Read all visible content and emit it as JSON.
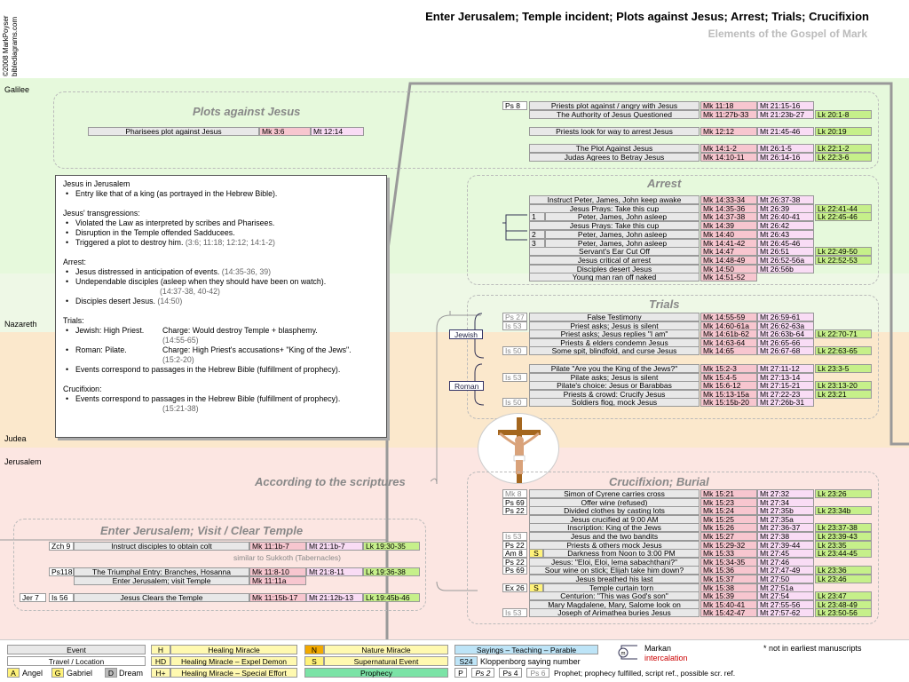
{
  "header": {
    "title": "Enter Jerusalem; Temple incident; Plots against Jesus; Arrest; Trials; Crucifixion",
    "subtitle": "Elements of the Gospel of Mark",
    "copyright": "©2008 MarkPoyser",
    "site": "biblediagrams.com"
  },
  "regions": {
    "galilee": "Galilee",
    "nazareth": "Nazareth",
    "judea": "Judea",
    "jerusalem": "Jerusalem"
  },
  "sections": {
    "plots": "Plots against Jesus",
    "arrest": "Arrest",
    "trials": "Trials",
    "crucifixion": "Crucifixion; Burial",
    "enter": "Enter Jerusalem; Visit / Clear Temple",
    "scriptures": "According to the scriptures"
  },
  "notes": {
    "h1": "Jesus in Jerusalem",
    "n1": "Entry like that of a king (as portrayed in the Hebrew Bible).",
    "h2": "Jesus' transgressions:",
    "n2a": "Violated the Law as interpreted by scribes and Pharisees.",
    "n2b": "Disruption in the Temple offended Sadducees.",
    "n2c": "Triggered a plot to destroy him.",
    "n2c_ref": "(3:6; 11:18; 12:12; 14:1-2)",
    "h3": "Arrest:",
    "n3a": "Jesus distressed in anticipation of events.",
    "n3a_ref": "(14:35-36, 39)",
    "n3b": "Undependable disciples (asleep when they should have been on watch).",
    "n3b_ref": "(14:37-38, 40-42)",
    "n3c": "Disciples desert Jesus.",
    "n3c_ref": "(14:50)",
    "h4": "Trials:",
    "n4a": "Jewish: High Priest.",
    "n4a_charge": "Charge: Would destroy Temple + blasphemy.",
    "n4a_ref": "(14:55-65)",
    "n4b": "Roman: Pilate.",
    "n4b_charge": "Charge: High Priest's accusations+ \"King of the Jews\".",
    "n4b_ref": "(15:2-20)",
    "n4c": "Events correspond to passages in the Hebrew Bible (fulfillment of prophecy).",
    "h5": "Crucifixion:",
    "n5": "Events correspond to passages in the Hebrew Bible (fulfillment of prophecy).",
    "n5_ref": "(15:21-38)"
  },
  "plots_rows": [
    {
      "ps": "Ps 8",
      "ev": "Priests plot against / angry with Jesus",
      "mk": "Mk 11:18",
      "mt": "Mt 21:15-16",
      "lk": ""
    },
    {
      "ps": "",
      "ev": "The Authority of Jesus Questioned",
      "mk": "Mk 11:27b-33",
      "mt": "Mt 21:23b-27",
      "lk": "Lk 20:1-8"
    },
    {
      "ps": "",
      "ev": "Priests look for way to arrest Jesus",
      "mk": "Mk 12:12",
      "mt": "Mt 21:45-46",
      "lk": "Lk 20:19"
    },
    {
      "ps": "",
      "ev": "The Plot Against Jesus",
      "mk": "Mk 14:1-2",
      "mt": "Mt 26:1-5",
      "lk": "Lk 22:1-2"
    },
    {
      "ps": "",
      "ev": "Judas Agrees to Betray Jesus",
      "mk": "Mk 14:10-11",
      "mt": "Mt 26:14-16",
      "lk": "Lk 22:3-6"
    }
  ],
  "pharisees": {
    "ev": "Pharisees plot against Jesus",
    "mk": "Mk 3:6",
    "mt": "Mt 12:14"
  },
  "arrest_rows": [
    {
      "n": "",
      "ev": "Instruct Peter, James, John keep awake",
      "mk": "Mk 14:33-34",
      "mt": "Mt 26:37-38",
      "lk": ""
    },
    {
      "n": "",
      "ev": "Jesus Prays: Take this cup",
      "mk": "Mk 14:35-36",
      "mt": "Mt 26:39",
      "lk": "Lk 22:41-44"
    },
    {
      "n": "1",
      "ev": "Peter, James, John asleep",
      "mk": "Mk 14:37-38",
      "mt": "Mt 26:40-41",
      "lk": "Lk 22:45-46"
    },
    {
      "n": "",
      "ev": "Jesus Prays: Take this cup",
      "mk": "Mk 14:39",
      "mt": "Mt 26:42",
      "lk": ""
    },
    {
      "n": "2",
      "ev": "Peter, James, John asleep",
      "mk": "Mk 14:40",
      "mt": "Mt 26:43",
      "lk": ""
    },
    {
      "n": "3",
      "ev": "Peter, James, John asleep",
      "mk": "Mk 14:41-42",
      "mt": "Mt 26:45-46",
      "lk": ""
    },
    {
      "n": "",
      "ev": "Servant's Ear Cut Off",
      "mk": "Mk 14:47",
      "mt": "Mt 26:51",
      "lk": "Lk 22:49-50"
    },
    {
      "n": "",
      "ev": "Jesus critical of arrest",
      "mk": "Mk 14:48-49",
      "mt": "Mt 26:52-56a",
      "lk": "Lk 22:52-53"
    },
    {
      "n": "",
      "ev": "Disciples desert Jesus",
      "mk": "Mk 14:50",
      "mt": "Mt 26:56b",
      "lk": ""
    },
    {
      "n": "",
      "ev": "Young man ran off naked",
      "mk": "Mk 14:51-52",
      "mt": "",
      "lk": ""
    }
  ],
  "trials_jewish_label": "Jewish",
  "trials_roman_label": "Roman",
  "trials_rows": [
    {
      "ps": "Ps 27",
      "ev": "False Testimony",
      "mk": "Mk 14:55-59",
      "mt": "Mt 26:59-61",
      "lk": "",
      "g": 1
    },
    {
      "ps": "Is 53",
      "ev": "Priest asks; Jesus is silent",
      "mk": "Mk 14:60-61a",
      "mt": "Mt 26:62-63a",
      "lk": "",
      "g": 1
    },
    {
      "ps": "",
      "ev": "Priest asks; Jesus replies \"I am\"",
      "mk": "Mk 14:61b-62",
      "mt": "Mt 26:63b-64",
      "lk": "Lk 22:70-71",
      "g": 0
    },
    {
      "ps": "",
      "ev": "Priests & elders condemn Jesus",
      "mk": "Mk 14:63-64",
      "mt": "Mt 26:65-66",
      "lk": "",
      "g": 0
    },
    {
      "ps": "Is 50",
      "ev": "Some spit, blindfold, and curse Jesus",
      "mk": "Mk 14:65",
      "mt": "Mt 26:67-68",
      "lk": "Lk 22:63-65",
      "g": 1
    },
    {
      "ps": "",
      "ev": "Pilate \"Are you the King of the Jews?\"",
      "mk": "Mk 15:2-3",
      "mt": "Mt 27:11-12",
      "lk": "Lk 23:3-5",
      "g": 0
    },
    {
      "ps": "Is 53",
      "ev": "Pilate asks; Jesus is silent",
      "mk": "Mk 15:4-5",
      "mt": "Mt 27:13-14",
      "lk": "",
      "g": 1
    },
    {
      "ps": "",
      "ev": "Pilate's choice: Jesus or Barabbas",
      "mk": "Mk 15:6-12",
      "mt": "Mt 27:15-21",
      "lk": "Lk 23:13-20",
      "g": 0
    },
    {
      "ps": "",
      "ev": "Priests & crowd: Crucify Jesus",
      "mk": "Mk 15:13-15a",
      "mt": "Mt 27:22-23",
      "lk": "Lk 23:21",
      "g": 0
    },
    {
      "ps": "Is 50",
      "ev": "Soldiers flog, mock Jesus",
      "mk": "Mk 15:15b-20",
      "mt": "Mt 27:26b-31",
      "lk": "",
      "g": 1
    }
  ],
  "cruc_rows": [
    {
      "ps": "Mk 8",
      "s": "",
      "ev": "Simon of Cyrene carries cross",
      "mk": "Mk 15:21",
      "mt": "Mt 27:32",
      "lk": "Lk 23:26",
      "g": 1
    },
    {
      "ps": "Ps 69",
      "s": "",
      "ev": "Offer wine (refused)",
      "mk": "Mk 15:23",
      "mt": "Mt 27:34",
      "lk": "",
      "g": 0
    },
    {
      "ps": "Ps 22",
      "s": "",
      "ev": "Divided clothes by casting lots",
      "mk": "Mk 15:24",
      "mt": "Mt 27:35b",
      "lk": "Lk 23:34b",
      "g": 0
    },
    {
      "ps": "",
      "s": "",
      "ev": "Jesus crucified at 9:00 AM",
      "mk": "Mk 15:25",
      "mt": "Mt 27:35a",
      "lk": "",
      "g": 0
    },
    {
      "ps": "",
      "s": "",
      "ev": "Inscription: King of the Jews",
      "mk": "Mk 15:26",
      "mt": "Mt 27:36-37",
      "lk": "Lk 23:37-38",
      "g": 0
    },
    {
      "ps": "Is 53",
      "s": "",
      "ev": "Jesus and the two bandits",
      "mk": "Mk 15:27",
      "mt": "Mt 27:38",
      "lk": "Lk 23:39-43",
      "g": 1
    },
    {
      "ps": "Ps 22",
      "s": "",
      "ev": "Priests & others mock Jesus",
      "mk": "Mk 15:29-32",
      "mt": "Mt 27:39-44",
      "lk": "Lk 23:35",
      "g": 0
    },
    {
      "ps": "Am 8",
      "s": "S",
      "ev": "Darkness from Noon to 3:00 PM",
      "mk": "Mk 15:33",
      "mt": "Mt 27:45",
      "lk": "Lk 23:44-45",
      "g": 0
    },
    {
      "ps": "Ps 22",
      "s": "",
      "ev": "Jesus: \"Eloi, Eloi, lema sabachthani?\"",
      "mk": "Mk 15:34-35",
      "mt": "Mt 27:46",
      "lk": "",
      "g": 0
    },
    {
      "ps": "Ps 69",
      "s": "",
      "ev": "Sour wine on stick; Elijah take him down?",
      "mk": "Mk 15:36",
      "mt": "Mt 27:47-49",
      "lk": "Lk 23:36",
      "g": 0
    },
    {
      "ps": "",
      "s": "",
      "ev": "Jesus breathed his last",
      "mk": "Mk 15:37",
      "mt": "Mt 27:50",
      "lk": "Lk 23:46",
      "g": 0
    },
    {
      "ps": "Ex 26",
      "s": "S",
      "ev": "Temple curtain torn",
      "mk": "Mk 15:38",
      "mt": "Mt 27:51a",
      "lk": "",
      "g": 0
    },
    {
      "ps": "",
      "s": "",
      "ev": "Centurion: \"This was God's son\"",
      "mk": "Mk 15:39",
      "mt": "Mt 27:54",
      "lk": "Lk 23:47",
      "g": 0
    },
    {
      "ps": "",
      "s": "",
      "ev": "Mary Magdalene, Mary, Salome look on",
      "mk": "Mk 15:40-41",
      "mt": "Mt 27:55-56",
      "lk": "Lk 23:48-49",
      "g": 0
    },
    {
      "ps": "Is 53",
      "s": "",
      "ev": "Joseph of Arimathea buries Jesus",
      "mk": "Mk 15:42-47",
      "mt": "Mt 27:57-62",
      "lk": "Lk 23:50-56",
      "g": 1
    }
  ],
  "enter_rows": {
    "r1": {
      "ps": "Zch 9",
      "ev": "Instruct disciples to obtain colt",
      "mk": "Mk 11:1b-7",
      "mt": "Mt 21:1b-7",
      "lk": "Lk 19:30-35"
    },
    "sukkoth": "similar to Sukkoth (Tabernacles)",
    "r2": {
      "ps": "Ps118",
      "ev": "The Triumphal Entry: Branches, Hosanna",
      "mk": "Mk 11:8-10",
      "mt": "Mt 21:8-11",
      "lk": "Lk 19:36-38"
    },
    "r3": {
      "ev": "Enter Jerusalem; visit Temple",
      "mk": "Mk 11:11a"
    },
    "r4": {
      "ps1": "Jer 7",
      "ps2": "Is 56",
      "ev": "Jesus Clears the Temple",
      "mk": "Mk 11:15b-17",
      "mt": "Mt 21:12b-13",
      "lk": "Lk 19:45b-46"
    }
  },
  "legend": {
    "event": "Event",
    "travel": "Travel / Location",
    "angel_code": "A",
    "angel": "Angel",
    "gabriel_code": "G",
    "gabriel": "Gabriel",
    "dream_code": "D",
    "dream": "Dream",
    "h_code": "H",
    "h": "Healing Miracle",
    "hd_code": "HD",
    "hd": "Healing Miracle – Expel Demon",
    "hplus_code": "H+",
    "hplus": "Healing Miracle – Special Effort",
    "n_code": "N",
    "n": "Nature Miracle",
    "s_code": "S",
    "s": "Supernatural Event",
    "prophecy": "Prophecy",
    "sayings": "Sayings – Teaching – Parable",
    "s24": "S24",
    "s24_label": "Kloppenborg saying number",
    "p": "P",
    "ps2": "Ps 2",
    "ps4": "Ps 4",
    "ps6": "Ps 6",
    "prophet_text": "Prophet; prophecy fulfilled, script ref., possible scr. ref.",
    "markan": "Markan",
    "intercalation": "intercalation",
    "footnote": "* not in earliest manuscripts"
  }
}
